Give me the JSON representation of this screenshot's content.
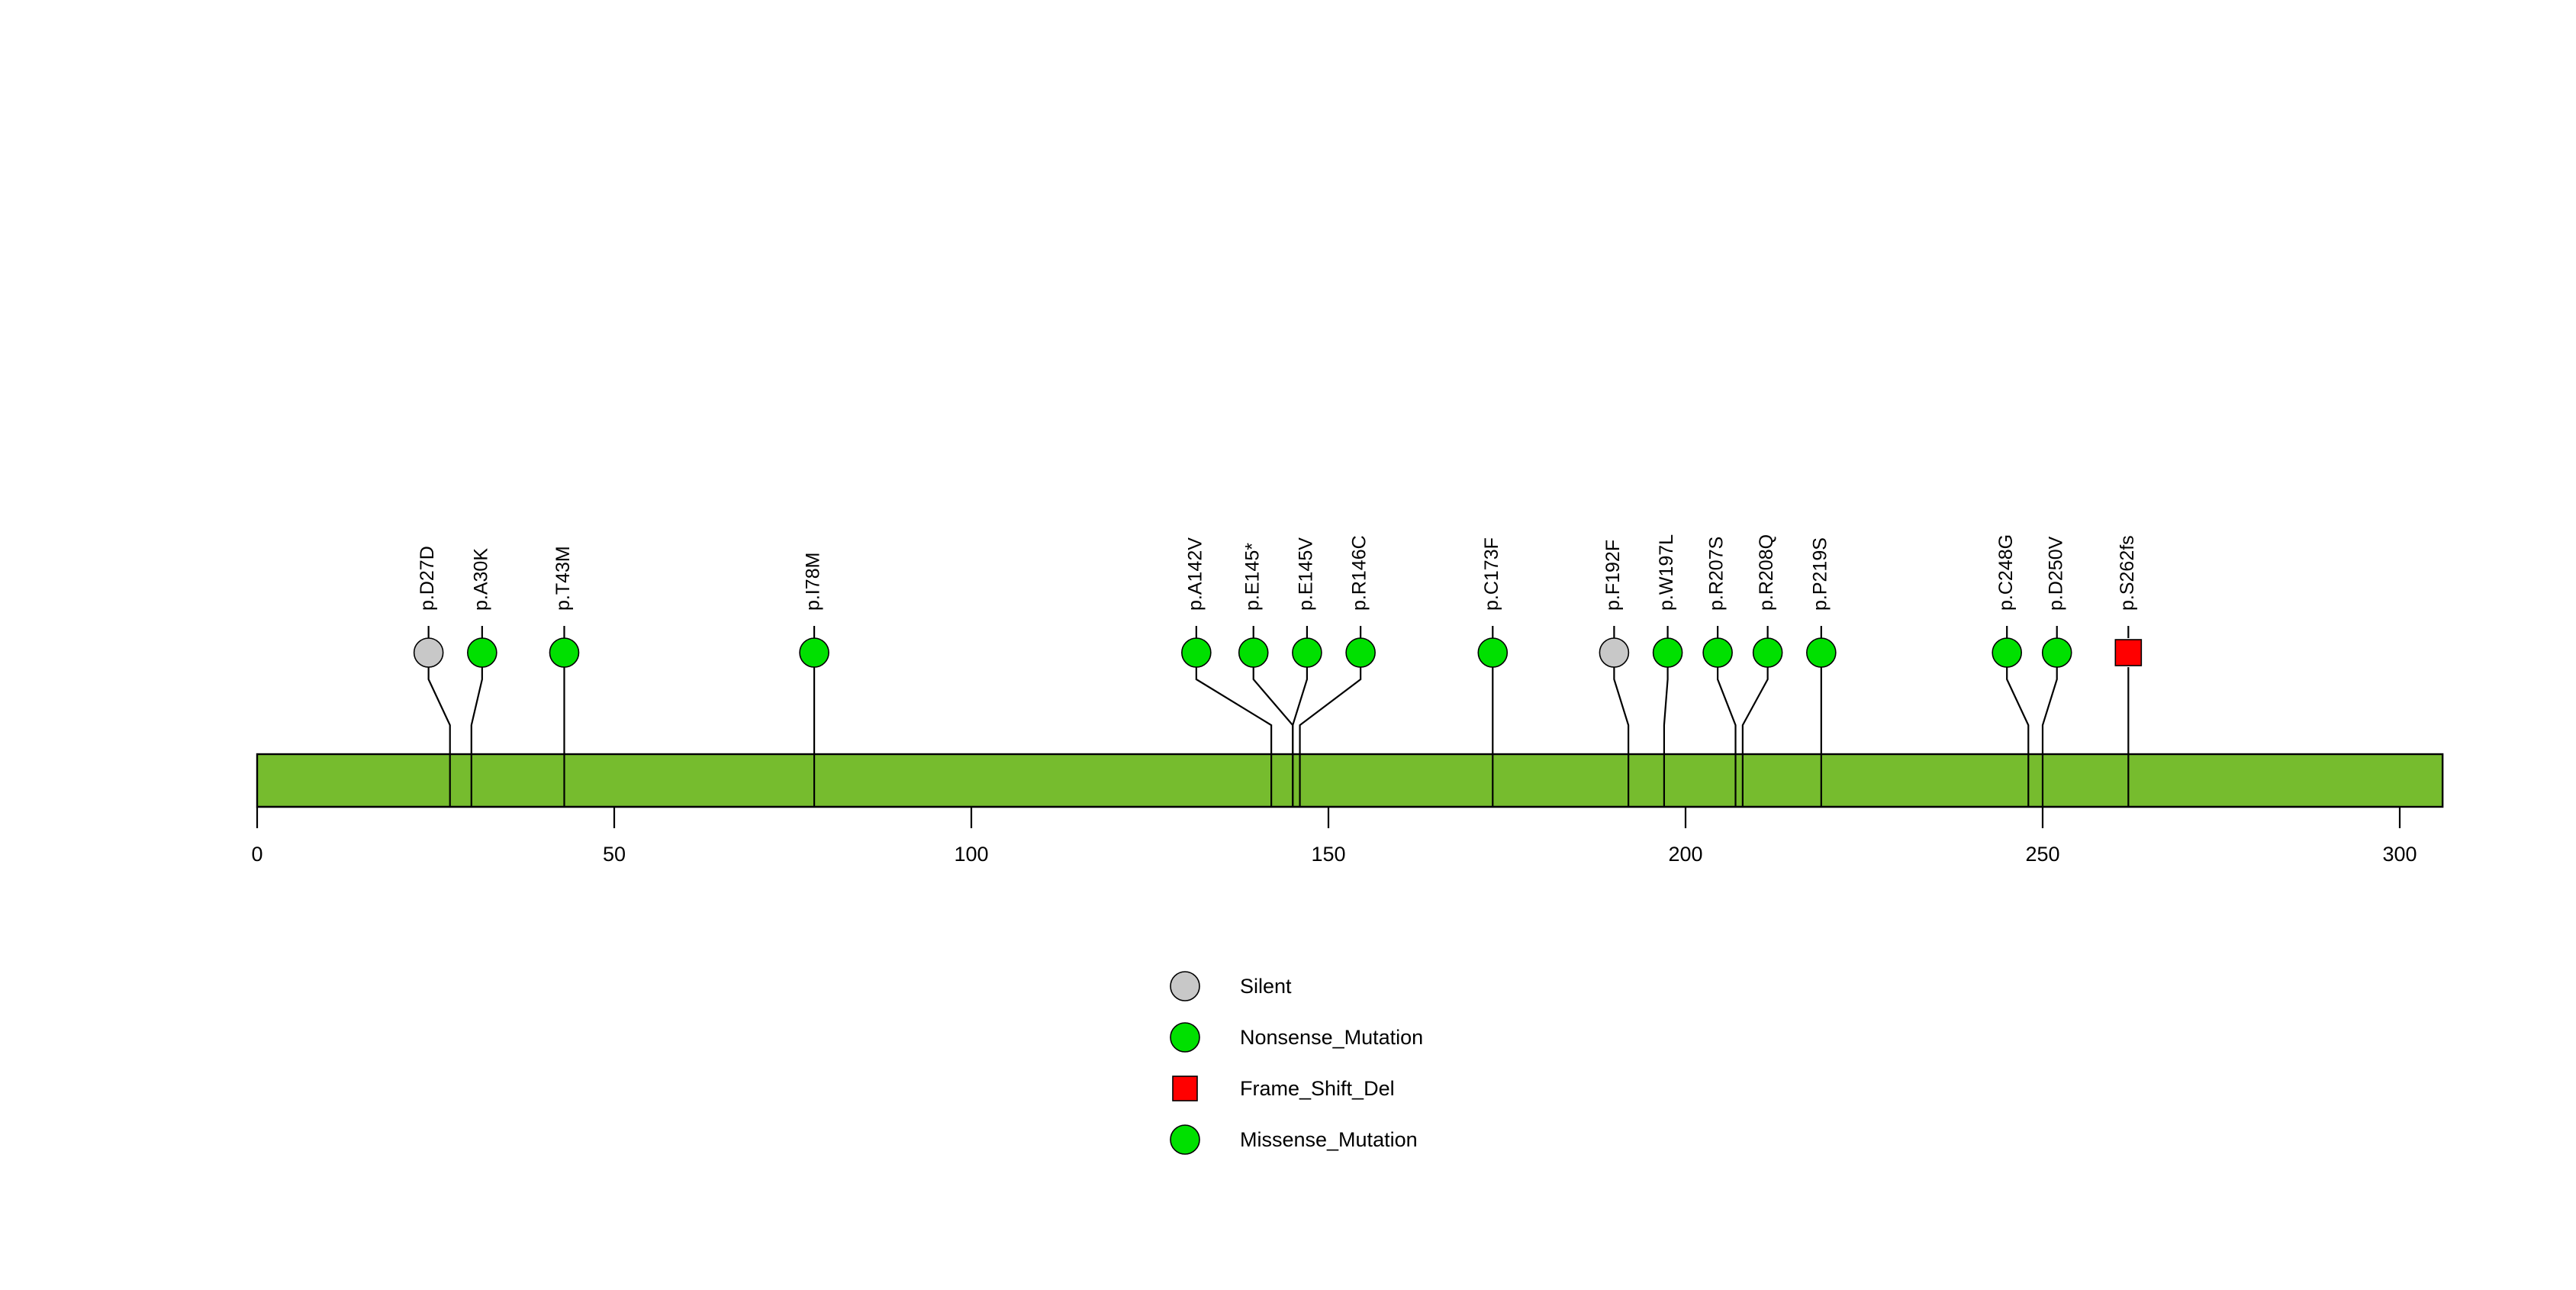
{
  "chart_data": {
    "type": "lollipop",
    "title": "",
    "xlabel": "",
    "ylabel": "",
    "protein_length": 306,
    "xlim": [
      0,
      306
    ],
    "axis_ticks": [
      {
        "value": 0,
        "label": "0"
      },
      {
        "value": 50,
        "label": "50"
      },
      {
        "value": 100,
        "label": "100"
      },
      {
        "value": 150,
        "label": "150"
      },
      {
        "value": 200,
        "label": "200"
      },
      {
        "value": 250,
        "label": "250"
      },
      {
        "value": 300,
        "label": "300"
      }
    ],
    "grid": false,
    "legend_position": "bottom-center",
    "backbone": {
      "color": "#76bc2e",
      "border_color": "#000000",
      "start": 0,
      "end": 306
    },
    "mutation_classes": [
      {
        "name": "Silent",
        "color": "#c8c8c8",
        "shape": "circle"
      },
      {
        "name": "Nonsense_Mutation",
        "color": "#00e000",
        "shape": "circle"
      },
      {
        "name": "Frame_Shift_Del",
        "color": "#ff0000",
        "shape": "square"
      },
      {
        "name": "Missense_Mutation",
        "color": "#00e000",
        "shape": "circle"
      }
    ],
    "mutations": [
      {
        "label": "p.D27D",
        "position": 27,
        "lollipop_x": 24.0,
        "color": "#c8c8c8",
        "shape": "circle",
        "class": "Silent"
      },
      {
        "label": "p.A30K",
        "position": 30,
        "lollipop_x": 31.5,
        "color": "#00e000",
        "shape": "circle",
        "class": "Missense_Mutation"
      },
      {
        "label": "p.T43M",
        "position": 43,
        "lollipop_x": 43.0,
        "color": "#00e000",
        "shape": "circle",
        "class": "Missense_Mutation"
      },
      {
        "label": "p.I78M",
        "position": 78,
        "lollipop_x": 78.0,
        "color": "#00e000",
        "shape": "circle",
        "class": "Missense_Mutation"
      },
      {
        "label": "p.A142V",
        "position": 142,
        "lollipop_x": 131.5,
        "color": "#00e000",
        "shape": "circle",
        "class": "Missense_Mutation"
      },
      {
        "label": "p.E145*",
        "position": 145,
        "lollipop_x": 139.5,
        "color": "#00e000",
        "shape": "circle",
        "class": "Nonsense_Mutation"
      },
      {
        "label": "p.E145V",
        "position": 145,
        "lollipop_x": 147.0,
        "color": "#00e000",
        "shape": "circle",
        "class": "Missense_Mutation"
      },
      {
        "label": "p.R146C",
        "position": 146,
        "lollipop_x": 154.5,
        "color": "#00e000",
        "shape": "circle",
        "class": "Missense_Mutation"
      },
      {
        "label": "p.C173F",
        "position": 173,
        "lollipop_x": 173.0,
        "color": "#00e000",
        "shape": "circle",
        "class": "Missense_Mutation"
      },
      {
        "label": "p.F192F",
        "position": 192,
        "lollipop_x": 190.0,
        "color": "#c8c8c8",
        "shape": "circle",
        "class": "Silent"
      },
      {
        "label": "p.W197L",
        "position": 197,
        "lollipop_x": 197.5,
        "color": "#00e000",
        "shape": "circle",
        "class": "Missense_Mutation"
      },
      {
        "label": "p.R207S",
        "position": 207,
        "lollipop_x": 204.5,
        "color": "#00e000",
        "shape": "circle",
        "class": "Missense_Mutation"
      },
      {
        "label": "p.R208Q",
        "position": 208,
        "lollipop_x": 211.5,
        "color": "#00e000",
        "shape": "circle",
        "class": "Missense_Mutation"
      },
      {
        "label": "p.P219S",
        "position": 219,
        "lollipop_x": 219.0,
        "color": "#00e000",
        "shape": "circle",
        "class": "Missense_Mutation"
      },
      {
        "label": "p.C248G",
        "position": 248,
        "lollipop_x": 245.0,
        "color": "#00e000",
        "shape": "circle",
        "class": "Missense_Mutation"
      },
      {
        "label": "p.D250V",
        "position": 250,
        "lollipop_x": 252.0,
        "color": "#00e000",
        "shape": "circle",
        "class": "Missense_Mutation"
      },
      {
        "label": "p.S262fs",
        "position": 262,
        "lollipop_x": 262.0,
        "color": "#ff0000",
        "shape": "square",
        "class": "Frame_Shift_Del"
      }
    ]
  },
  "legend": {
    "items": [
      {
        "label": "Silent",
        "color": "#c8c8c8",
        "shape": "circle"
      },
      {
        "label": "Nonsense_Mutation",
        "color": "#00e000",
        "shape": "circle"
      },
      {
        "label": "Frame_Shift_Del",
        "color": "#ff0000",
        "shape": "square"
      },
      {
        "label": "Missense_Mutation",
        "color": "#00e000",
        "shape": "circle"
      }
    ]
  }
}
